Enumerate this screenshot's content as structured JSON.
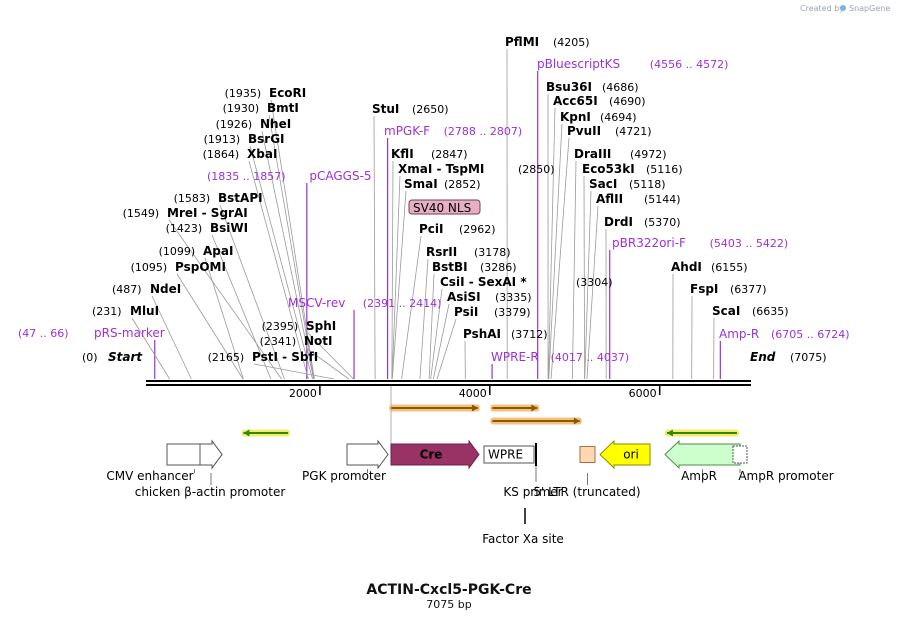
{
  "credit": {
    "text": "Created by",
    "brand": "SnapGene"
  },
  "map": {
    "title": "ACTIN-Cxcl5-PGK-Cre",
    "length_label": "7075 bp",
    "total_bp": 7075,
    "ticks": [
      {
        "label": "2000",
        "bp": 2000
      },
      {
        "label": "4000",
        "bp": 4000
      },
      {
        "label": "6000",
        "bp": 6000
      }
    ],
    "sites": [
      {
        "name": "Start",
        "pos": "(0)",
        "bp": 0,
        "kind": "end"
      },
      {
        "name": "pRS-marker",
        "pos": "(47 .. 66)",
        "bp": 56,
        "kind": "primer"
      },
      {
        "name": "MluI",
        "pos": "(231)",
        "bp": 231,
        "kind": "enzyme"
      },
      {
        "name": "NdeI",
        "pos": "(487)",
        "bp": 487,
        "kind": "enzyme"
      },
      {
        "name": "PspOMI",
        "pos": "(1095)",
        "bp": 1095,
        "kind": "enzyme"
      },
      {
        "name": "ApaI",
        "pos": "(1099)",
        "bp": 1099,
        "kind": "enzyme"
      },
      {
        "name": "BsiWI",
        "pos": "(1423)",
        "bp": 1423,
        "kind": "enzyme"
      },
      {
        "name": "MreI  -  SgrAI",
        "pos": "(1549)",
        "bp": 1549,
        "kind": "enzyme"
      },
      {
        "name": "BstAPI",
        "pos": "(1583)",
        "bp": 1583,
        "kind": "enzyme"
      },
      {
        "name": "pCAGGS-5",
        "pos": "(1835 .. 1857)",
        "bp": 1846,
        "kind": "primer"
      },
      {
        "name": "XbaI",
        "pos": "(1864)",
        "bp": 1864,
        "kind": "enzyme"
      },
      {
        "name": "BsrGI",
        "pos": "(1913)",
        "bp": 1913,
        "kind": "enzyme"
      },
      {
        "name": "NheI",
        "pos": "(1926)",
        "bp": 1926,
        "kind": "enzyme"
      },
      {
        "name": "BmtI",
        "pos": "(1930)",
        "bp": 1930,
        "kind": "enzyme"
      },
      {
        "name": "EcoRI",
        "pos": "(1935)",
        "bp": 1935,
        "kind": "enzyme"
      },
      {
        "name": "PstI  -  SbfI",
        "pos": "(2165)",
        "bp": 2165,
        "kind": "enzyme"
      },
      {
        "name": "NotI",
        "pos": "(2341)",
        "bp": 2341,
        "kind": "enzyme"
      },
      {
        "name": "SphI",
        "pos": "(2395)",
        "bp": 2395,
        "kind": "enzyme"
      },
      {
        "name": "MSCV-rev",
        "pos": "(2391 .. 2414)",
        "bp": 2402,
        "kind": "primer"
      },
      {
        "name": "StuI",
        "pos": "(2650)",
        "bp": 2650,
        "kind": "enzyme"
      },
      {
        "name": "mPGK-F",
        "pos": "(2788 .. 2807)",
        "bp": 2797,
        "kind": "primer"
      },
      {
        "name": "KflI",
        "pos": "(2847)",
        "bp": 2847,
        "kind": "enzyme"
      },
      {
        "name": "XmaI  -  TspMI",
        "pos": "(2850)",
        "bp": 2850,
        "kind": "enzyme"
      },
      {
        "name": "SmaI",
        "pos": "(2852)",
        "bp": 2852,
        "kind": "enzyme"
      },
      {
        "name": "PciI",
        "pos": "(2962)",
        "bp": 2962,
        "kind": "enzyme"
      },
      {
        "name": "RsrII",
        "pos": "(3178)",
        "bp": 3178,
        "kind": "enzyme"
      },
      {
        "name": "BstBI",
        "pos": "(3286)",
        "bp": 3286,
        "kind": "enzyme"
      },
      {
        "name": "CsiI  -  SexAI *",
        "pos": "(3304)",
        "bp": 3304,
        "kind": "enzyme"
      },
      {
        "name": "AsiSI",
        "pos": "(3335)",
        "bp": 3335,
        "kind": "enzyme"
      },
      {
        "name": "PsiI",
        "pos": "(3379)",
        "bp": 3379,
        "kind": "enzyme"
      },
      {
        "name": "PshAI",
        "pos": "(3712)",
        "bp": 3712,
        "kind": "enzyme"
      },
      {
        "name": "WPRE-R",
        "pos": "(4017 .. 4037)",
        "bp": 4027,
        "kind": "primer"
      },
      {
        "name": "PflMI",
        "pos": "(4205)",
        "bp": 4205,
        "kind": "enzyme"
      },
      {
        "name": "pBluescriptKS",
        "pos": "(4556 .. 4572)",
        "bp": 4564,
        "kind": "primer"
      },
      {
        "name": "Bsu36I",
        "pos": "(4686)",
        "bp": 4686,
        "kind": "enzyme"
      },
      {
        "name": "Acc65I",
        "pos": "(4690)",
        "bp": 4690,
        "kind": "enzyme"
      },
      {
        "name": "KpnI",
        "pos": "(4694)",
        "bp": 4694,
        "kind": "enzyme"
      },
      {
        "name": "PvuII",
        "pos": "(4721)",
        "bp": 4721,
        "kind": "enzyme"
      },
      {
        "name": "DraIII",
        "pos": "(4972)",
        "bp": 4972,
        "kind": "enzyme"
      },
      {
        "name": "Eco53kI",
        "pos": "(5116)",
        "bp": 5116,
        "kind": "enzyme"
      },
      {
        "name": "SacI",
        "pos": "(5118)",
        "bp": 5118,
        "kind": "enzyme"
      },
      {
        "name": "AflII",
        "pos": "(5144)",
        "bp": 5144,
        "kind": "enzyme"
      },
      {
        "name": "DrdI",
        "pos": "(5370)",
        "bp": 5370,
        "kind": "enzyme"
      },
      {
        "name": "pBR322ori-F",
        "pos": "(5403 .. 5422)",
        "bp": 5412,
        "kind": "primer"
      },
      {
        "name": "AhdI",
        "pos": "(6155)",
        "bp": 6155,
        "kind": "enzyme"
      },
      {
        "name": "FspI",
        "pos": "(6377)",
        "bp": 6377,
        "kind": "enzyme"
      },
      {
        "name": "ScaI",
        "pos": "(6635)",
        "bp": 6635,
        "kind": "enzyme"
      },
      {
        "name": "Amp-R",
        "pos": "(6705 .. 6724)",
        "bp": 6714,
        "kind": "primer"
      },
      {
        "name": "End",
        "pos": "(7075)",
        "bp": 7075,
        "kind": "end"
      }
    ],
    "features": [
      {
        "name": "CMV enhancer",
        "label": "CMV enhancer",
        "start": 260,
        "end": 640,
        "direction": "forward",
        "fill": "#ffffff",
        "stroke": "#555555",
        "shape": "arrow"
      },
      {
        "name": "chicken beta-actin promoter",
        "label": "chicken β-actin promoter",
        "start": 640,
        "end": 900,
        "direction": "forward",
        "fill": "#ffffff",
        "stroke": "#555555",
        "shape": "arrow"
      },
      {
        "name": "PGK promoter",
        "label": "PGK promoter",
        "start": 2315,
        "end": 2820,
        "direction": "forward",
        "fill": "#ffffff",
        "stroke": "#555555",
        "shape": "arrow"
      },
      {
        "name": "Cre",
        "label": "Cre",
        "start": 2830,
        "end": 3910,
        "direction": "forward",
        "fill": "#993366",
        "stroke": "#6b1f47",
        "shape": "arrow",
        "inside": true
      },
      {
        "name": "WPRE",
        "label": "WPRE",
        "start": 3925,
        "end": 4530,
        "direction": "none",
        "fill": "#ffffff",
        "stroke": "#555555",
        "shape": "box",
        "inside": true
      },
      {
        "name": "5' LTR (truncated)",
        "label": "5' LTR (truncated)",
        "start": 5020,
        "end": 5210,
        "direction": "none",
        "fill": "#ffd8b0",
        "stroke": "#a0724a",
        "shape": "box"
      },
      {
        "name": "ori",
        "label": "ori",
        "start": 5430,
        "end": 6020,
        "direction": "reverse",
        "fill": "#ffff00",
        "stroke": "#8a8a00",
        "shape": "arrow",
        "inside": true
      },
      {
        "name": "AmpR",
        "label": "AmpR",
        "start": 6210,
        "end": 7070,
        "direction": "reverse",
        "fill": "#ccffcc",
        "stroke": "#4d8a4d",
        "shape": "arrow"
      },
      {
        "name": "AmpR promoter",
        "label": "AmpR promoter",
        "start": 6990,
        "end": 7075,
        "direction": "reverse",
        "fill": "#ffffff",
        "stroke": "#555555",
        "shape": "box"
      }
    ],
    "small_markers": [
      {
        "name": "KS primer",
        "label": "KS primer",
        "bp": 4570
      },
      {
        "name": "Factor Xa site",
        "label": "Factor Xa site",
        "bp": 4340
      }
    ],
    "inset_features": [
      {
        "name": "SV40 NLS",
        "label": "SV40 NLS",
        "fill": "#e6b0c4",
        "stroke": "#7a3a55"
      }
    ],
    "primer_arrows": [
      {
        "start": 1100,
        "end": 1625,
        "direction": "reverse",
        "color": "#2e8b00",
        "glow": "#f3e44a"
      },
      {
        "start": 2840,
        "end": 3860,
        "direction": "forward",
        "color": "#8a5a00",
        "glow": "#f0b060"
      },
      {
        "start": 4030,
        "end": 4560,
        "direction": "forward",
        "color": "#8a5a00",
        "glow": "#f0b060"
      },
      {
        "start": 4030,
        "end": 5060,
        "direction": "forward",
        "color": "#8a5a00",
        "glow": "#f0b060"
      },
      {
        "start": 6085,
        "end": 6910,
        "direction": "reverse",
        "color": "#2e8b00",
        "glow": "#f3e44a"
      }
    ]
  }
}
